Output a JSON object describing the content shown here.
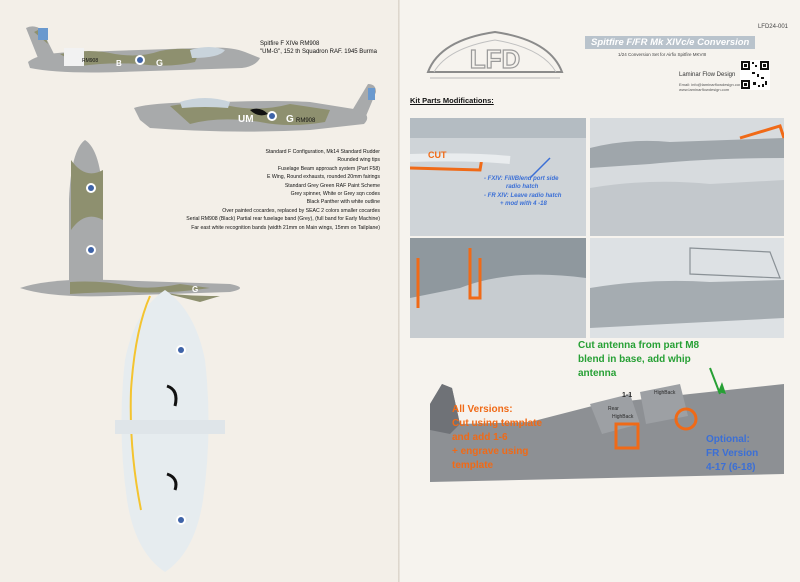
{
  "left": {
    "caption_lines": [
      "Spitfire F XIVe RM908",
      "\"UM-G\", 152 th Squadron RAF. 1945 Burma"
    ],
    "codes": {
      "top_profile": "RM908",
      "side_profile_left": "UM",
      "side_profile_right": "G",
      "side_profile_serial": "RM908"
    },
    "notes": [
      "Standard F Configuration, Mk14 Standard Rudder",
      "Rounded wing tips",
      "Fuselage Beam approach system (Part F58)",
      "E Wing, Round exhausts, rounded 20mm fairings",
      "Standard Grey Green RAF Paint Scheme",
      "Grey spinner, White or Grey sqn codes",
      "Black Panther with white outline",
      "Over painted cocardes, replaced by SEAC 2 colors smaller cocardes",
      "Serial RM908 (Black) Partial rear fuselage band (Grey), (full band for Early Machine)",
      "Far east white recognition bands (width 21mm on Main wings, 15mm on Tailplane)"
    ]
  },
  "right": {
    "reference": "LFD24-001",
    "title": "Spitfire F/FR Mk XIVc/e Conversion",
    "subtitle": "1/24 Conversion Set for Airfix Spitfire MKVIII",
    "maker": "Laminar Flow Design",
    "contact_lines": [
      "Email: info@laminarflowdesign.com",
      "www.laminarflowdesign.com"
    ],
    "logo_text": "LFD",
    "section_title": "Kit Parts Modifications:",
    "panel1": {
      "cut_label": "CUT",
      "line1": "- FXIV: Fill/Blend port side",
      "line2": "radio hatch",
      "line3": "- FR XIV: Leave radio hatch",
      "line4": "+ mod with 4 -18"
    },
    "antenna_note": [
      "Cut antenna from part M8",
      "blend in base, add whip",
      "antenna"
    ],
    "all_versions": [
      "All Versions:",
      "Cut using template",
      "and add 1-6",
      "+ engrave using",
      "template"
    ],
    "optional": [
      "Optional:",
      "FR Version",
      "4-17 (6-18)"
    ],
    "decal_labels": {
      "left": "Rear",
      "left2": "HighBack",
      "right": "HighBack",
      "num": "1-1"
    }
  },
  "colors": {
    "orange": "#f06a17",
    "blue": "#3b6fd6",
    "green": "#27a035",
    "roundel": "#3e63a8",
    "grey": "#9ea1a4",
    "dark_green": "#8c8e76"
  }
}
